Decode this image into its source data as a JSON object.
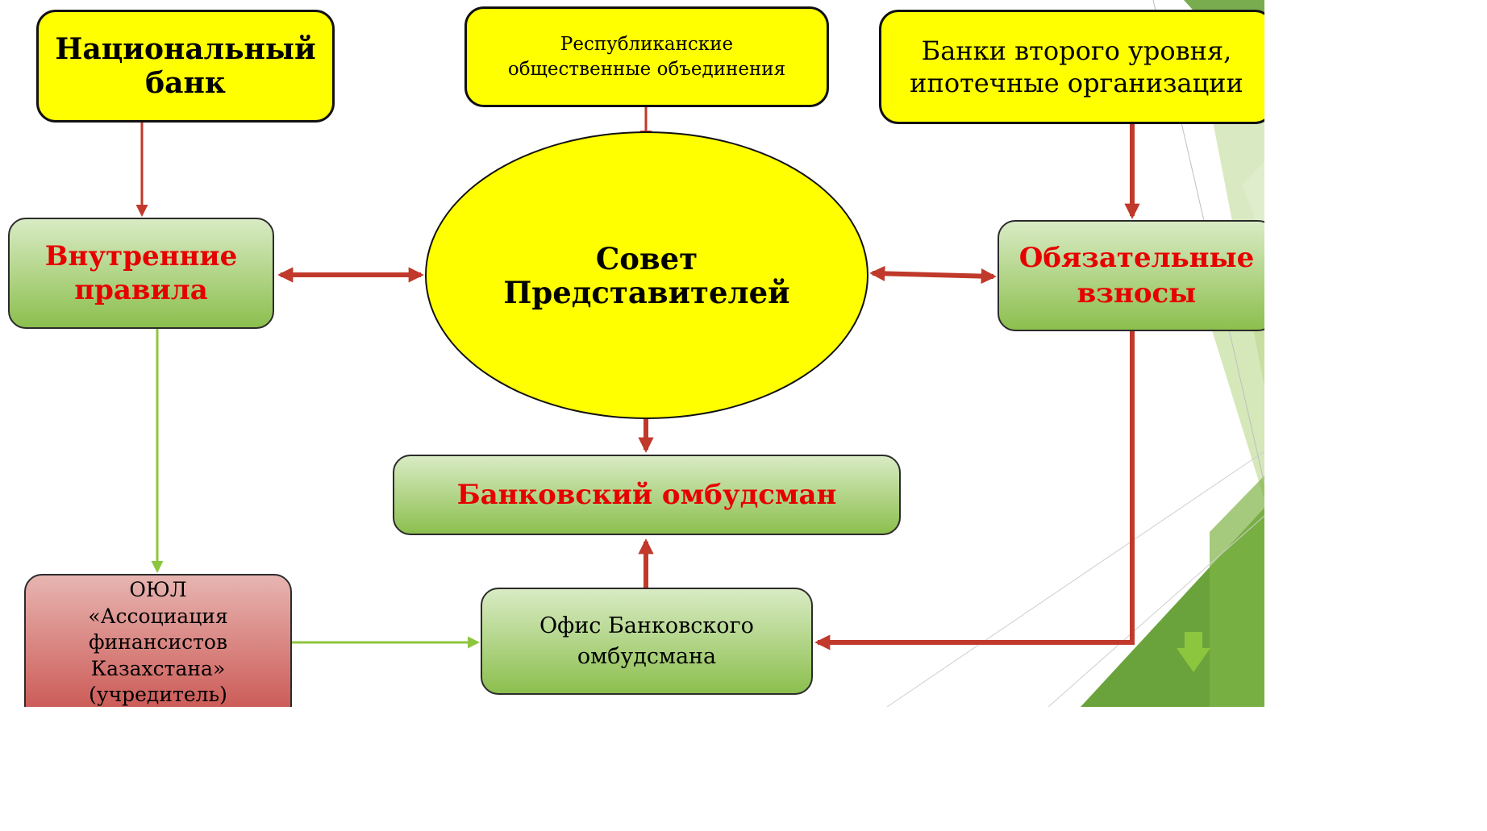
{
  "nodes": {
    "national_bank": {
      "line1": "Национальный",
      "line2": "банк"
    },
    "public_assoc": {
      "line1": "Республиканские",
      "line2": "общественные объединения"
    },
    "second_tier_banks": {
      "line1": "Банки второго уровня,",
      "line2": "ипотечные организации"
    },
    "internal_rules": {
      "line1": "Внутренние",
      "line2": "правила"
    },
    "council": {
      "line1": "Совет",
      "line2": "Представителей"
    },
    "mandatory_fees": {
      "line1": "Обязательные",
      "line2": "взносы"
    },
    "ombudsman": {
      "label": "Банковский омбудсман"
    },
    "association": {
      "line1": "ОЮЛ",
      "line2": "«Ассоциация",
      "line3": "финансистов",
      "line4": "Казахстана»",
      "line5": "(учредитель)"
    },
    "office": {
      "line1": "Офис Банковского",
      "line2": "омбудсмана"
    }
  },
  "colors": {
    "yellow_fill": "#ffff00",
    "red_arrow": "#c0392b",
    "green_arrow": "#8cc63f",
    "red_text": "#e60000",
    "green_box_top": "#d9ebc4",
    "green_box_bottom": "#8cbf4e",
    "red_box_top": "#e7b5b1",
    "red_box_bottom": "#c9504c"
  },
  "icons": [
    "down-arrow-icon"
  ]
}
